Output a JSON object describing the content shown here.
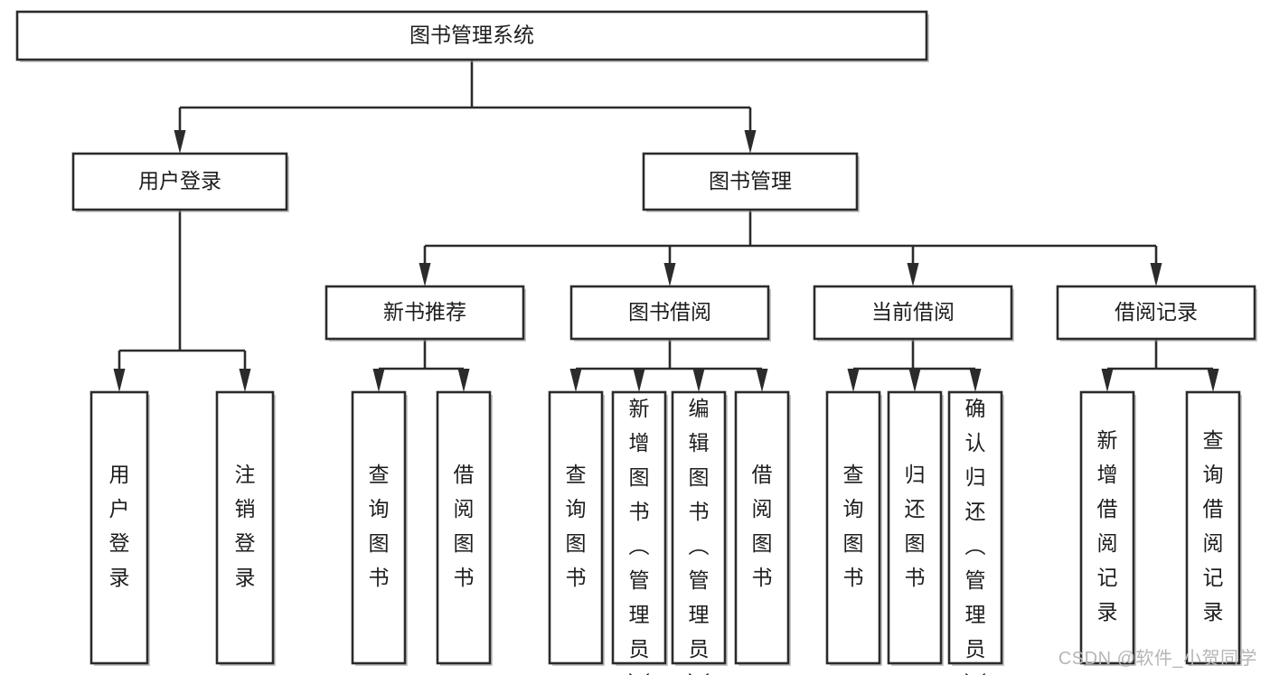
{
  "diagram": {
    "type": "tree",
    "title": "图书管理系统",
    "orientation": "top-down",
    "background_color": "#ffffff",
    "box_fill": "#ffffff",
    "box_stroke": "#2b2b2b",
    "text_color": "#1d1d1d",
    "levels": 3,
    "root": {
      "id": "root",
      "label": "图书管理系统",
      "orientation": "horizontal"
    },
    "level2": [
      {
        "id": "user-login",
        "label": "用户登录",
        "orientation": "horizontal"
      },
      {
        "id": "book-management",
        "label": "图书管理",
        "orientation": "horizontal"
      }
    ],
    "level3": [
      {
        "id": "new-book-recommend",
        "label": "新书推荐",
        "orientation": "horizontal",
        "parent": "book-management"
      },
      {
        "id": "book-borrow",
        "label": "图书借阅",
        "orientation": "horizontal",
        "parent": "book-management"
      },
      {
        "id": "current-borrow",
        "label": "当前借阅",
        "orientation": "horizontal",
        "parent": "book-management"
      },
      {
        "id": "borrow-record",
        "label": "借阅记录",
        "orientation": "horizontal",
        "parent": "book-management"
      }
    ],
    "leaves": [
      {
        "id": "leaf-user-login",
        "label": "用户登录",
        "orientation": "vertical",
        "parent": "user-login"
      },
      {
        "id": "leaf-user-logout",
        "label": "注销登录",
        "orientation": "vertical",
        "parent": "user-login"
      },
      {
        "id": "leaf-query-book-1",
        "label": "查询图书",
        "orientation": "vertical",
        "parent": "new-book-recommend"
      },
      {
        "id": "leaf-borrow-book-1",
        "label": "借阅图书",
        "orientation": "vertical",
        "parent": "new-book-recommend"
      },
      {
        "id": "leaf-query-book-2",
        "label": "查询图书",
        "orientation": "vertical",
        "parent": "book-borrow"
      },
      {
        "id": "leaf-add-book",
        "label": "新增图书（管理员）",
        "orientation": "vertical",
        "parent": "book-borrow"
      },
      {
        "id": "leaf-edit-book",
        "label": "编辑图书（管理员）",
        "orientation": "vertical",
        "parent": "book-borrow"
      },
      {
        "id": "leaf-borrow-book-2",
        "label": "借阅图书",
        "orientation": "vertical",
        "parent": "book-borrow"
      },
      {
        "id": "leaf-query-book-3",
        "label": "查询图书",
        "orientation": "vertical",
        "parent": "current-borrow"
      },
      {
        "id": "leaf-return-book",
        "label": "归还图书",
        "orientation": "vertical",
        "parent": "current-borrow"
      },
      {
        "id": "leaf-confirm-return",
        "label": "确认归还（管理员）",
        "orientation": "vertical",
        "parent": "current-borrow"
      },
      {
        "id": "leaf-add-record",
        "label": "新增借阅记录",
        "orientation": "vertical",
        "parent": "borrow-record"
      },
      {
        "id": "leaf-query-record",
        "label": "查询借阅记录",
        "orientation": "vertical",
        "parent": "borrow-record"
      }
    ]
  },
  "watermark": {
    "text": "CSDN @软件_小贺同学",
    "color": "#b6b6b6"
  }
}
